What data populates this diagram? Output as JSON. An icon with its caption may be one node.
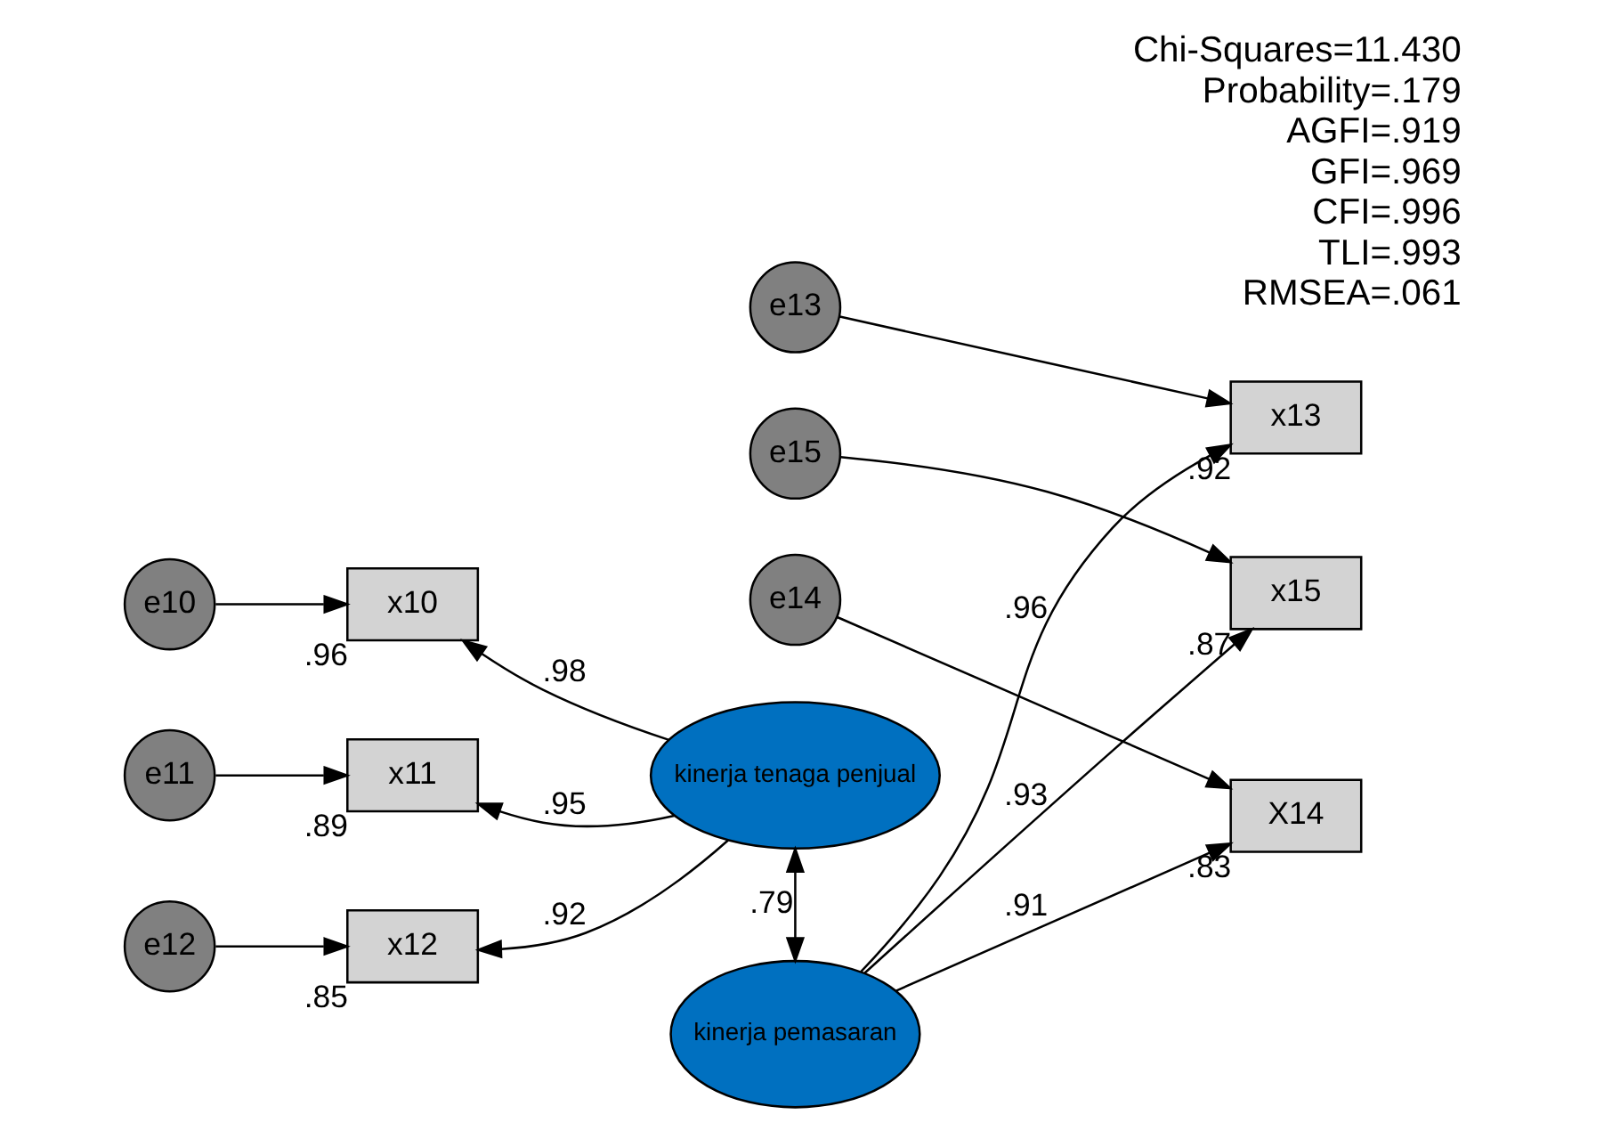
{
  "diagram": {
    "nodes": [
      {
        "text": [
          "kinerja pemasaran"
        ]
      },
      {
        "text": [
          "x13"
        ],
        "beside": [
          ".92"
        ]
      },
      {
        "text": [
          "X14"
        ],
        "beside": [
          ".83"
        ]
      },
      {
        "text": [
          "x15"
        ],
        "beside": [
          ".87"
        ]
      },
      {
        "text": [
          "e13"
        ]
      },
      {
        "text": [
          "e14"
        ]
      },
      {
        "text": [
          "e15"
        ]
      },
      {
        "text": [
          "kinerja tenaga penjual"
        ]
      },
      {
        "text": [
          "x10"
        ],
        "beside": [
          ".96"
        ]
      },
      {
        "text": [
          "x11"
        ],
        "beside": [
          ".89"
        ]
      },
      {
        "text": [
          "x12"
        ],
        "beside": [
          ".85"
        ]
      },
      {
        "text": [
          "e10"
        ]
      },
      {
        "text": [
          "e11"
        ]
      },
      {
        "text": [
          "e12"
        ]
      }
    ],
    "edges": [
      {
        "from": 0,
        "to": 1,
        "arrow": "to",
        "label": ".96"
      },
      {
        "from": 0,
        "to": 2,
        "arrow": "to",
        "label": ".91"
      },
      {
        "from": 0,
        "to": 3,
        "arrow": "to",
        "label": ".93"
      },
      {
        "from": 4,
        "to": 1,
        "arrow": "to"
      },
      {
        "from": 5,
        "to": 2,
        "arrow": "to"
      },
      {
        "from": 6,
        "to": 3,
        "arrow": "to"
      },
      {
        "from": 7,
        "to": 0,
        "arrow": "both",
        "label": ".79"
      },
      {
        "from": 11,
        "to": 8,
        "arrow": "to"
      },
      {
        "from": 12,
        "to": 9,
        "arrow": "to"
      },
      {
        "from": 13,
        "to": 10,
        "arrow": "to"
      },
      {
        "from": 7,
        "to": 8,
        "arrow": "to",
        "label": ".98"
      },
      {
        "from": 7,
        "to": 9,
        "arrow": "to",
        "label": ".95"
      },
      {
        "from": 7,
        "to": 10,
        "arrow": "to",
        "label": ".92"
      }
    ],
    "labels": [
      "Chi-Squares=11.430",
      "Probability=.179",
      "AGFI=.919",
      "GFI=.969",
      "CFI=.996",
      "TLI=.993",
      "RMSEA=.061"
    ]
  }
}
